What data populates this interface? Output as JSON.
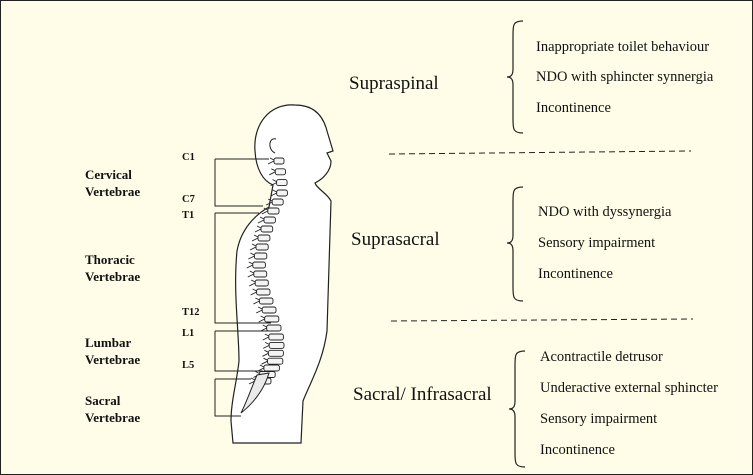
{
  "vertebrae_groups": [
    {
      "line1": "Cervical",
      "line2": "Vertebrae"
    },
    {
      "line1": "Thoracic",
      "line2": "Vertebrae"
    },
    {
      "line1": "Lumbar",
      "line2": "Vertebrae"
    },
    {
      "line1": "Sacral",
      "line2": "Vertebrae"
    }
  ],
  "markers": [
    "C1",
    "C7",
    "T1",
    "T12",
    "L1",
    "L5"
  ],
  "sections": [
    {
      "label": "Supraspinal",
      "items": [
        "Inappropriate toilet behaviour",
        "NDO with sphincter synnergia",
        "Incontinence"
      ]
    },
    {
      "label": "Suprasacral",
      "items": [
        "NDO with dyssynergia",
        "Sensory impairment",
        "Incontinence"
      ]
    },
    {
      "label": "Sacral/ Infrasacral",
      "items": [
        "Acontractile detrusor",
        "Underactive external sphincter",
        "Sensory impairment",
        "Incontinence"
      ]
    }
  ],
  "colors": {
    "background": "#fffde7",
    "line": "#222222",
    "body_fill": "#ffffff"
  }
}
